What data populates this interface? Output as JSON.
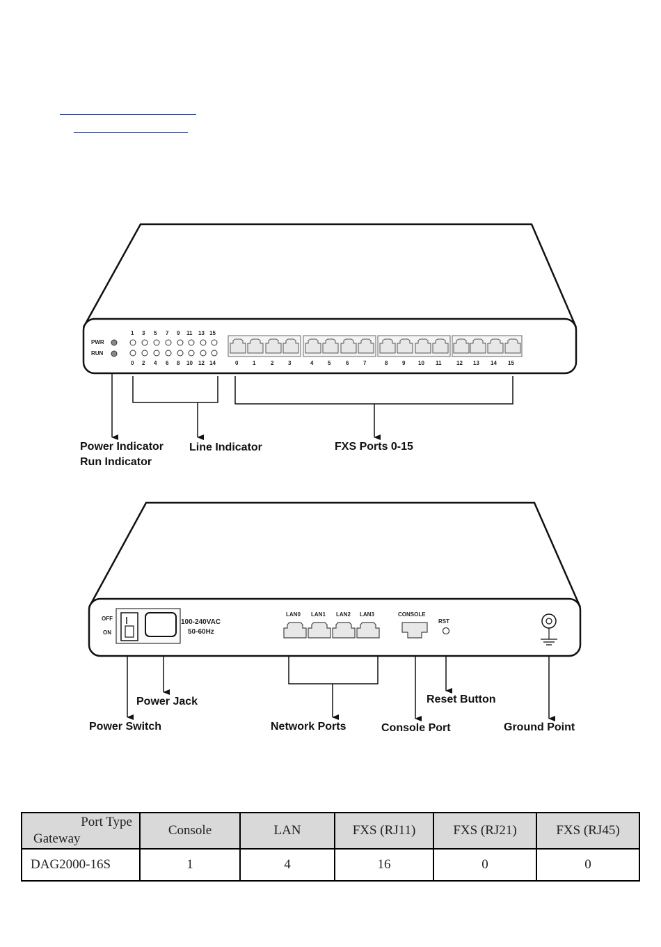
{
  "front_panel": {
    "pwr_label": "PWR",
    "run_label": "RUN",
    "led_top_numbers": [
      "1",
      "3",
      "5",
      "7",
      "9",
      "11",
      "13",
      "15"
    ],
    "led_bottom_numbers": [
      "0",
      "2",
      "4",
      "6",
      "8",
      "10",
      "12",
      "14"
    ],
    "fxs_port_numbers": [
      "0",
      "1",
      "2",
      "3",
      "4",
      "5",
      "6",
      "7",
      "8",
      "9",
      "10",
      "11",
      "12",
      "13",
      "14",
      "15"
    ],
    "callouts": {
      "power_indicator": "Power Indicator",
      "run_indicator": "Run Indicator",
      "line_indicator": "Line Indicator",
      "fxs_ports": "FXS Ports 0-15"
    }
  },
  "rear_panel": {
    "off_label": "OFF",
    "on_label": "ON",
    "voltage": "100-240VAC",
    "frequency": "50-60Hz",
    "lan_labels": [
      "LAN0",
      "LAN1",
      "LAN2",
      "LAN3"
    ],
    "console_label": "CONSOLE",
    "rst_label": "RST",
    "callouts": {
      "power_jack": "Power Jack",
      "power_switch": "Power Switch",
      "network_ports": "Network Ports",
      "console_port": "Console Port",
      "reset_button": "Reset Button",
      "ground_point": "Ground Point"
    }
  },
  "port_table": {
    "corner_top": "Port Type",
    "corner_bottom": "Gateway",
    "headers": [
      "Console",
      "LAN",
      "FXS (RJ11)",
      "FXS (RJ21)",
      "FXS (RJ45)"
    ],
    "rows": [
      {
        "gateway": "DAG2000-16S",
        "values": [
          "1",
          "4",
          "16",
          "0",
          "0"
        ]
      }
    ]
  }
}
